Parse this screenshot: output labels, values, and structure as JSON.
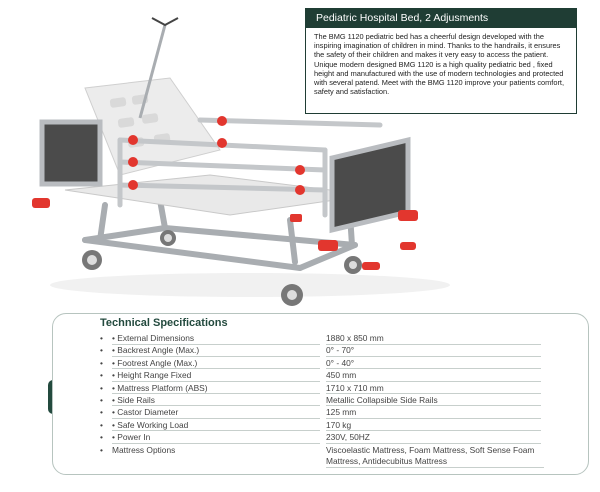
{
  "description": {
    "title": "Pediatric Hospital Bed, 2 Adjusments",
    "paragraphs": [
      "The BMG 1120 pediatric bed has a cheerful design developed with the inspiring imagination of children in mind. Thanks to the handrails, it ensures the safety of their children and makes it very easy to access the patient.",
      "Unique modern designed BMG 1120 is a high quality pediatric bed , fixed height and manufactured with the use of modern technologies and protected with several patend. Meet with the BMG 1120 improve your patients comfort, safety and satisfaction."
    ]
  },
  "specs": {
    "title": "Technical Specifications",
    "bullet": "•",
    "rows": [
      {
        "label": "• External Dimensions",
        "value": "1880 x 850 mm"
      },
      {
        "label": "• Backrest Angle (Max.)",
        "value": "0° - 70°"
      },
      {
        "label": "• Footrest Angle (Max.)",
        "value": "0° - 40°"
      },
      {
        "label": "• Height Range Fixed",
        "value": "450 mm"
      },
      {
        "label": "• Mattress Platform (ABS)",
        "value": "1710 x 710 mm"
      },
      {
        "label": "• Side Rails",
        "value": "Metallic Collapsible Side Rails"
      },
      {
        "label": "• Castor Diameter",
        "value": "125 mm"
      },
      {
        "label": "• Safe Working Load",
        "value": "170 kg"
      },
      {
        "label": "• Power In",
        "value": "230V, 50HZ"
      },
      {
        "label": "Mattress Options",
        "value": "Viscoelastic Mattress, Foam Mattress, Soft Sense Foam Mattress, Antidecubitus Mattress"
      }
    ]
  },
  "colors": {
    "accent": "#1f3d34",
    "bumper": "#e2362e",
    "frame": "#b9bcc0",
    "headboard": "#4b4b4b"
  },
  "icons": {
    "badge": "tools-icon"
  }
}
